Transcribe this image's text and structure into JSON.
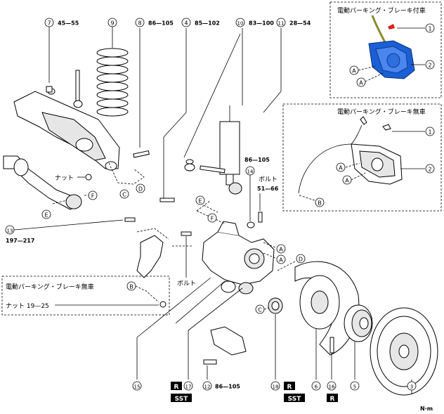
{
  "callouts": [
    {
      "num": "7",
      "torque": "45—55"
    },
    {
      "num": "9",
      "torque": ""
    },
    {
      "num": "8",
      "torque": "86—105"
    },
    {
      "num": "4",
      "torque": "85—102"
    },
    {
      "num": "10",
      "torque": "83—100"
    },
    {
      "num": "11",
      "torque": "28—54"
    },
    {
      "num": "14",
      "torque": "86—105"
    },
    {
      "num": "13",
      "torque": "197—217"
    },
    {
      "num": "15",
      "torque": ""
    },
    {
      "num": "17",
      "torque": ""
    },
    {
      "num": "12",
      "torque": "86—105"
    },
    {
      "num": "18",
      "torque": ""
    },
    {
      "num": "6",
      "torque": ""
    },
    {
      "num": "16",
      "torque": ""
    },
    {
      "num": "5",
      "torque": ""
    },
    {
      "num": "3",
      "torque": ""
    }
  ],
  "inset_right": [
    {
      "title": "電動パーキング・ブレーキ付車",
      "items": [
        "1",
        "2"
      ],
      "letters": [
        "A",
        "A"
      ]
    },
    {
      "title": "電動パーキング・ブレーキ無車",
      "items": [
        "1",
        "2"
      ],
      "letters": [
        "A",
        "A",
        "B"
      ]
    }
  ],
  "inset_left": {
    "title": "電動パーキング・ブレーキ無車",
    "nut_label": "ナット 19—25",
    "letter": "B"
  },
  "labels": {
    "nut": "ナット",
    "bolt_right": "ボルト",
    "bolt_right_torque": "51—66",
    "bolt_center": "ボルト",
    "unit": "N·m"
  },
  "letters_main": [
    "C",
    "D",
    "E",
    "F",
    "E",
    "F",
    "A",
    "A",
    "D",
    "C"
  ],
  "tags": {
    "r": "R",
    "sst": "SST"
  },
  "colors": {
    "caliper_blue": "#1a5fd6",
    "cable_green": "#8a8a2a",
    "clip_red": "#e02020"
  }
}
